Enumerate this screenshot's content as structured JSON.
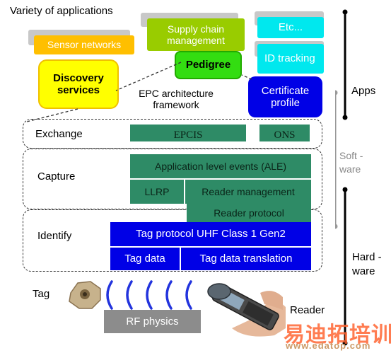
{
  "heading": "Variety of applications",
  "apps": {
    "sensor_networks": "Sensor networks",
    "supply_chain": "Supply chain management",
    "etc": "Etc...",
    "id_tracking": "ID tracking",
    "discovery": "Discovery services",
    "pedigree": "Pedigree",
    "certificate": "Certificate profile",
    "framework": "EPC architecture framework"
  },
  "layers": {
    "exchange": "Exchange",
    "capture": "Capture",
    "identify": "Identify"
  },
  "exchange": {
    "epcis": "EPCIS",
    "ons": "ONS"
  },
  "capture": {
    "ale": "Application level events (ALE)",
    "llrp": "LLRP",
    "reader_management": "Reader management",
    "reader_protocol": "Reader protocol"
  },
  "identify": {
    "tag_protocol": "Tag protocol UHF Class 1 Gen2",
    "tag_data": "Tag data",
    "tag_data_translation": "Tag data translation"
  },
  "physical": {
    "tag": "Tag",
    "reader": "Reader",
    "rf_physics": "RF physics"
  },
  "sidebar": {
    "apps": "Apps",
    "software": "Soft -ware",
    "hardware": "Hard -ware"
  },
  "watermark": {
    "brand": "易迪拓培训",
    "url": "www.edatop.com"
  }
}
